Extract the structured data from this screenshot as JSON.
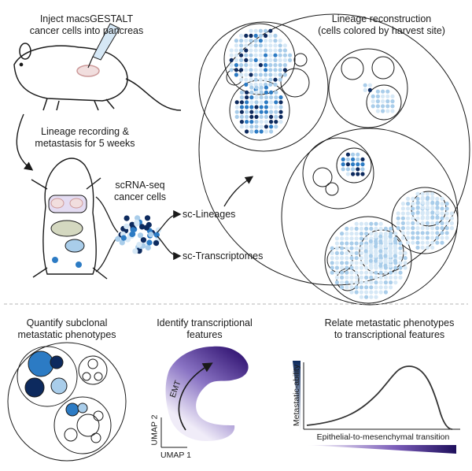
{
  "top": {
    "inject": [
      "Inject macsGESTALT",
      "cancer cells into pancreas"
    ],
    "lineage_recording": [
      "Lineage recording &",
      "metastasis for 5 weeks"
    ],
    "scrna": [
      "scRNA-seq",
      "cancer cells"
    ],
    "sc_lineages": "sc-Lineages",
    "sc_transcriptomes": "sc-Transcriptomes",
    "reconstruction": [
      "Lineage reconstruction",
      "(cells colored by harvest site)"
    ]
  },
  "bottom": {
    "quantify": [
      "Quantify subclonal",
      "metastatic phenotypes"
    ],
    "identify": [
      "Identify transcriptional",
      "features"
    ],
    "relate": [
      "Relate metastatic phenotypes",
      "to transcriptional features"
    ],
    "umap_x": "UMAP 1",
    "umap_y": "UMAP 2",
    "emt": "EMT",
    "y_axis": "Metastatic-ability",
    "x_axis": "Epithelial-to-mesenchymal transition"
  },
  "colors": {
    "dark_navy": "#0d2a5e",
    "mid_blue": "#2c7bc4",
    "light_blue": "#a9cdea",
    "pale_blue": "#d6e8f6",
    "purple": "#4b2a8a",
    "lavender": "#e4dcf2"
  }
}
